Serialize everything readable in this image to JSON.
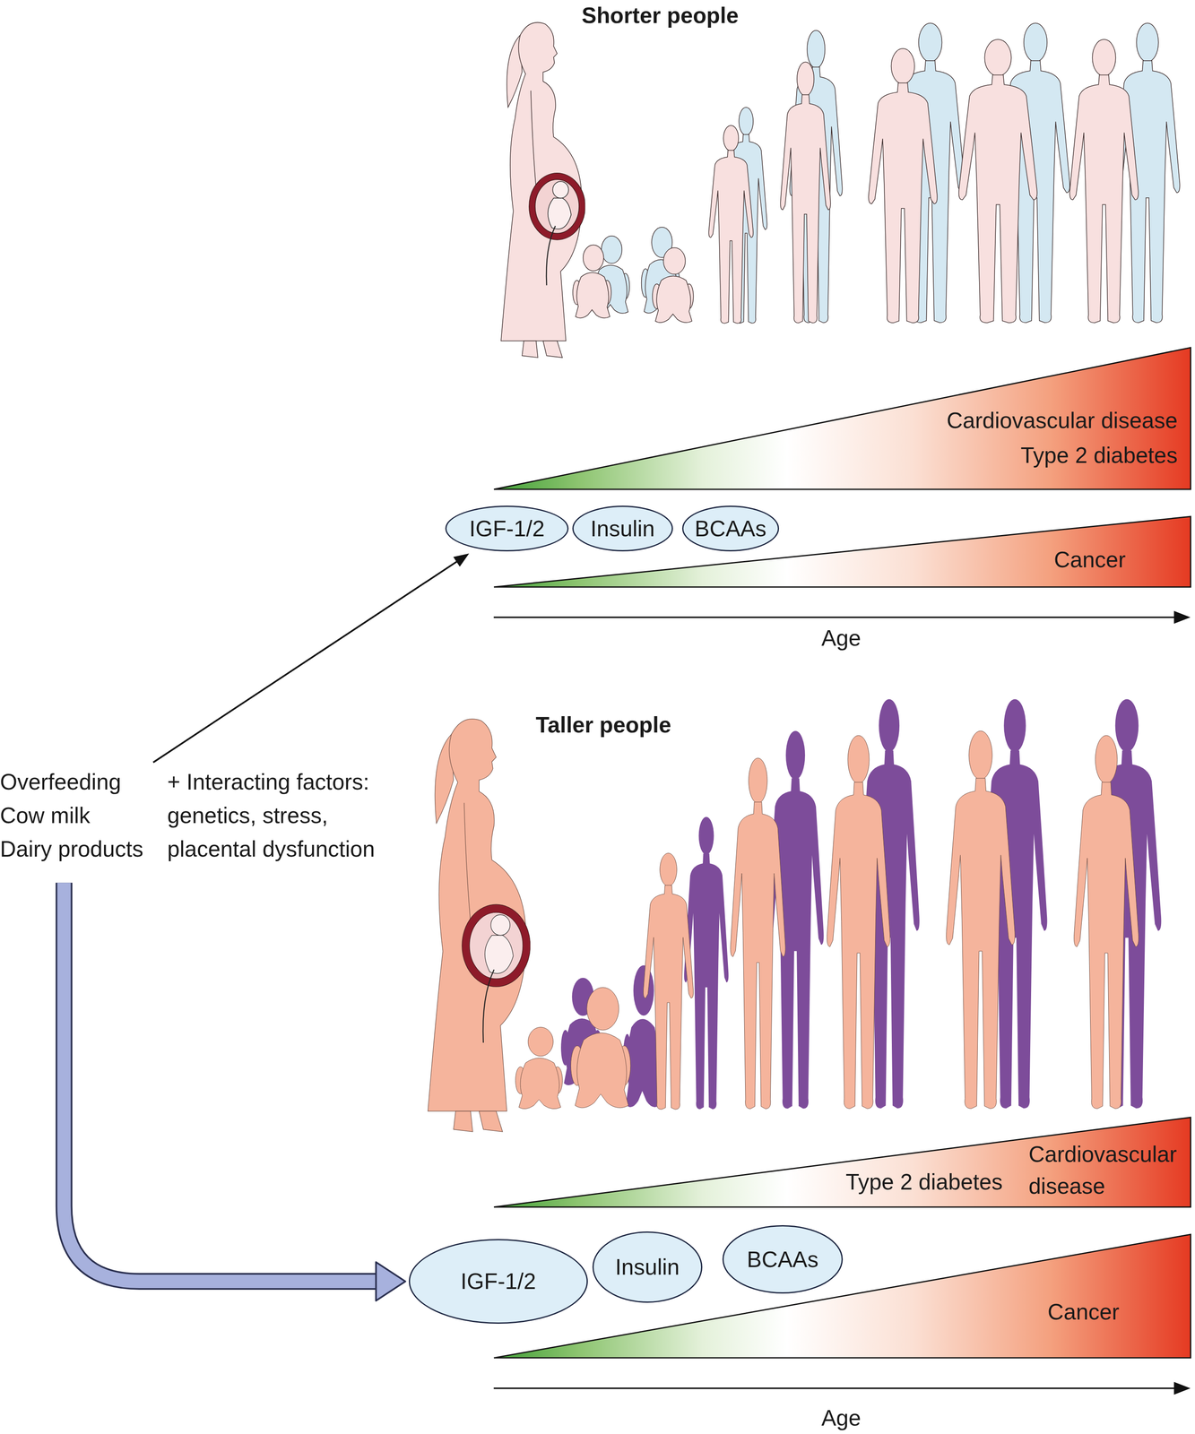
{
  "diagram": {
    "nodes": [
      {
        "text": [
          "Cardiovascular disease",
          "Type 2 diabetes"
        ]
      },
      {
        "text": [
          "IGF-1/2"
        ]
      },
      {
        "text": [
          "Insulin"
        ]
      },
      {
        "text": [
          "BCAAs"
        ]
      },
      {
        "text": [
          "Cancer"
        ]
      },
      {
        "text": [
          "Overfeeding Cow milk Dairy products"
        ]
      },
      {
        "text": [
          "Type 2 diabetes",
          "Cardiovascular disease"
        ]
      },
      {
        "text": [
          "IGF-1/2"
        ]
      },
      {
        "text": [
          "Insulin"
        ]
      },
      {
        "text": [
          "BCAAs"
        ]
      },
      {
        "text": [
          "Cancer"
        ]
      }
    ],
    "edges": [
      {
        "from": 5,
        "to": 1,
        "arrow": "to"
      },
      {
        "from": 5,
        "to": 7,
        "arrow": "to"
      }
    ],
    "labels": [
      "Shorter people",
      "Age",
      "Taller people",
      "+ Interacting factors: genetics, stress, placental dysfunction",
      "Age"
    ]
  }
}
